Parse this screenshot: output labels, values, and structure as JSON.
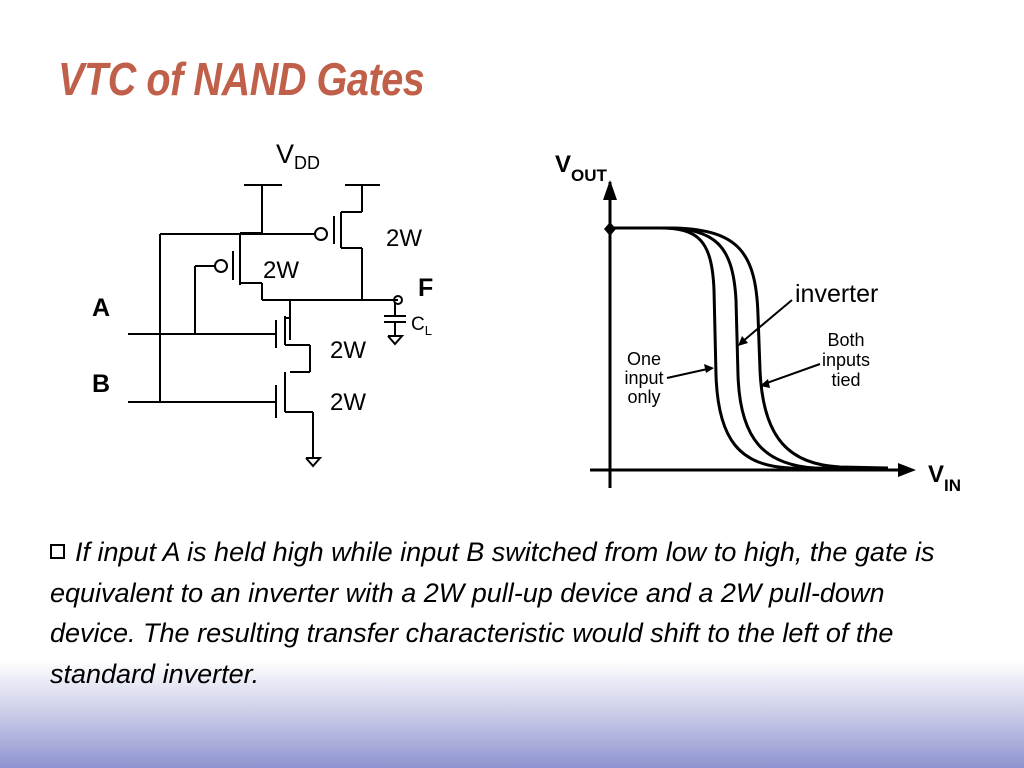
{
  "slide": {
    "title": "VTC of NAND Gates"
  },
  "schematic": {
    "supply_label": "V",
    "supply_sub": "DD",
    "pmos_right_size": "2W",
    "pmos_left_size": "2W",
    "nmos_top_size": "2W",
    "nmos_bottom_size": "2W",
    "input_a": "A",
    "input_b": "B",
    "output": "F",
    "load_cap": "C",
    "load_cap_sub": "L"
  },
  "vtc": {
    "y_axis": "V",
    "y_axis_sub": "OUT",
    "x_axis": "V",
    "x_axis_sub": "IN",
    "curves": [
      "One input only",
      "inverter",
      "Both inputs tied"
    ],
    "label_one_input": [
      "One",
      "input",
      "only"
    ],
    "label_inverter": "inverter",
    "label_both": [
      "Both",
      "inputs",
      "tied"
    ]
  },
  "body": {
    "text": "If input A is held high while input B switched from low to high, the gate is equivalent to an inverter with a 2W pull-up device and a 2W pull-down device. The resulting transfer characteristic would shift to the left of the standard inverter."
  }
}
